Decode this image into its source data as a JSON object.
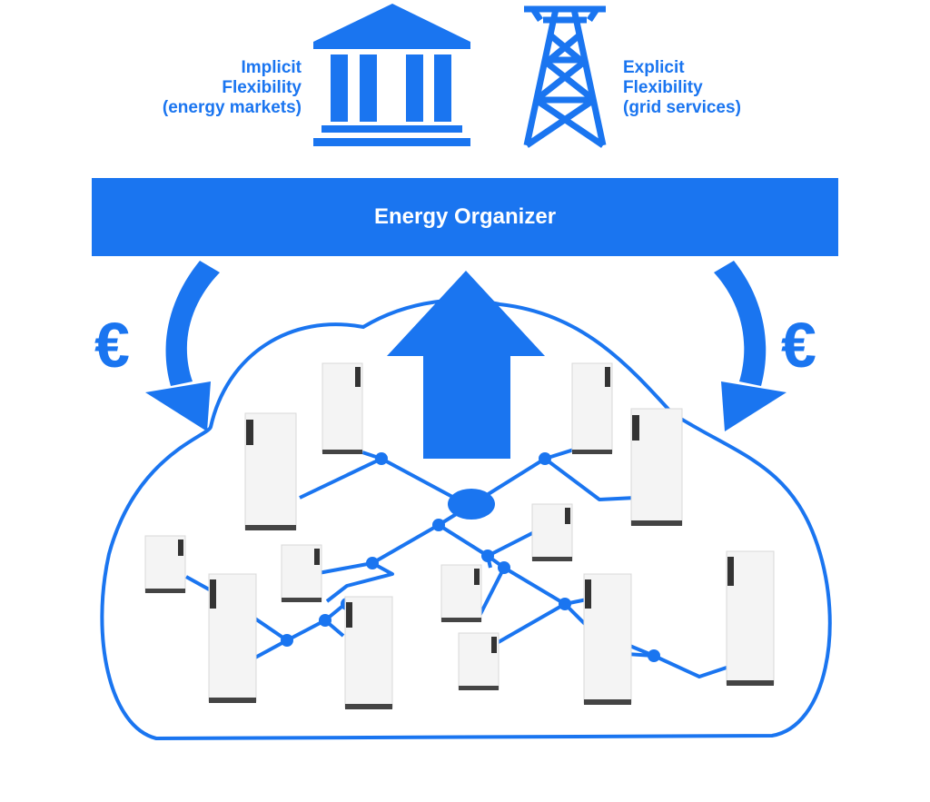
{
  "labels": {
    "implicit": [
      "Implicit",
      "Flexibility",
      "(energy markets)"
    ],
    "explicit": [
      "Explicit",
      "Flexibility",
      "(grid services)"
    ]
  },
  "organizer": {
    "title": "Energy Organizer"
  },
  "currency": {
    "left": "€",
    "right": "€"
  },
  "icons": {
    "market": "bank-building-icon",
    "grid": "transmission-tower-icon",
    "device": "home-battery-icon"
  },
  "colors": {
    "accent": "#1a75f0",
    "device": "#f4f4f4",
    "device_trim": "#333333"
  }
}
